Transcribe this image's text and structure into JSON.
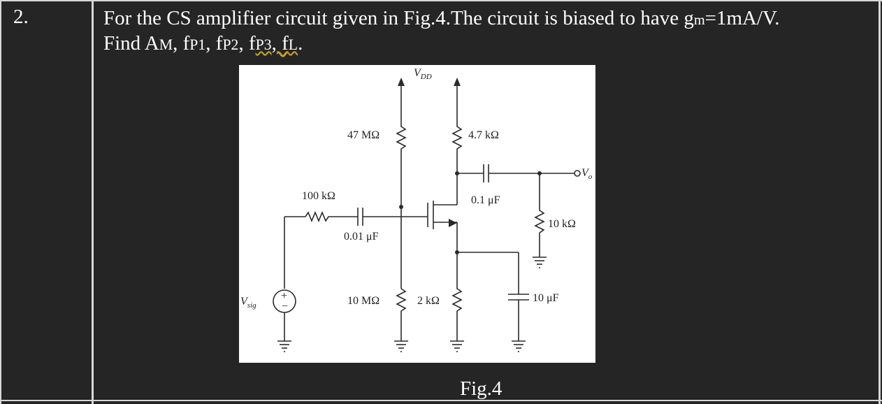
{
  "row": {
    "number": "2.",
    "question": {
      "line1_prefix": "For the CS amplifier circuit given in Fig.4.The circuit is biased to have g",
      "line1_sub": "m",
      "line1_suffix": "=1mA/V.",
      "line2_find": "Find A",
      "line2_am": "M",
      "line2_fp1_a": ", f",
      "line2_fp1_b": "P1",
      "line2_fp2_a": ", f",
      "line2_fp2_b": "P2",
      "line2_fp3_a": ", f",
      "line2_fp3_b": "P3",
      "line2_fl_a": ", f",
      "line2_fl_b": "L",
      "line2_end": "."
    }
  },
  "figure": {
    "caption": "Fig.4",
    "labels": {
      "vdd": "V",
      "vdd_sub": "DD",
      "r_top_gate": "47 MΩ",
      "r_drain": "4.7 kΩ",
      "vo": "V",
      "vo_sub": "o",
      "r_sig": "100 kΩ",
      "c_coupling_out": "0.1 μF",
      "r_load": "10 kΩ",
      "c_coupling_in": "0.01 μF",
      "vsig": "V",
      "vsig_sub": "sig",
      "r_bottom_gate": "10 MΩ",
      "r_source": "2 kΩ",
      "c_bypass": "10 μF"
    }
  }
}
